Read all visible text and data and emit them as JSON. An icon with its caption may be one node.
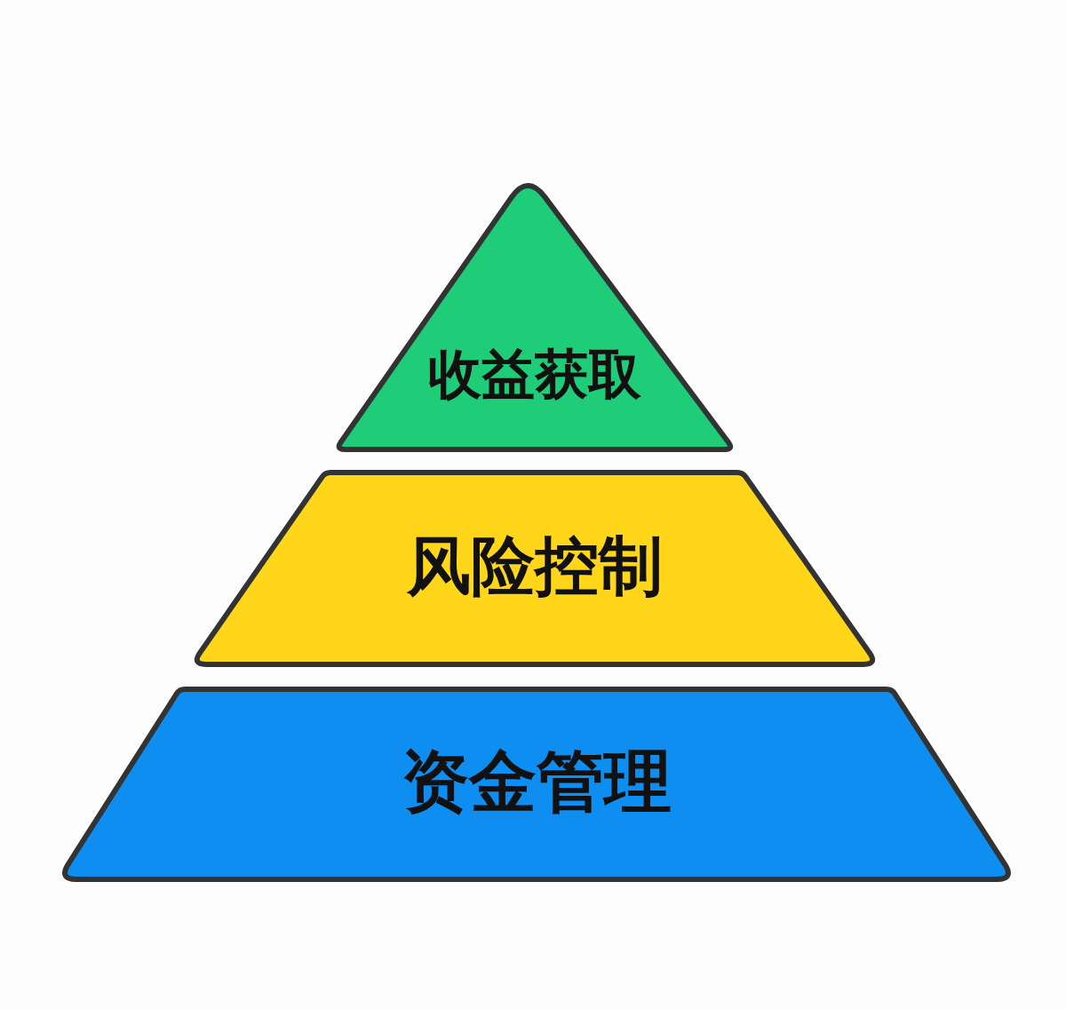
{
  "diagram": {
    "nodes": [
      {
        "text": [
          "收益获取"
        ]
      },
      {
        "text": [
          "风险控制"
        ]
      },
      {
        "text": [
          "资金管理"
        ]
      }
    ]
  }
}
